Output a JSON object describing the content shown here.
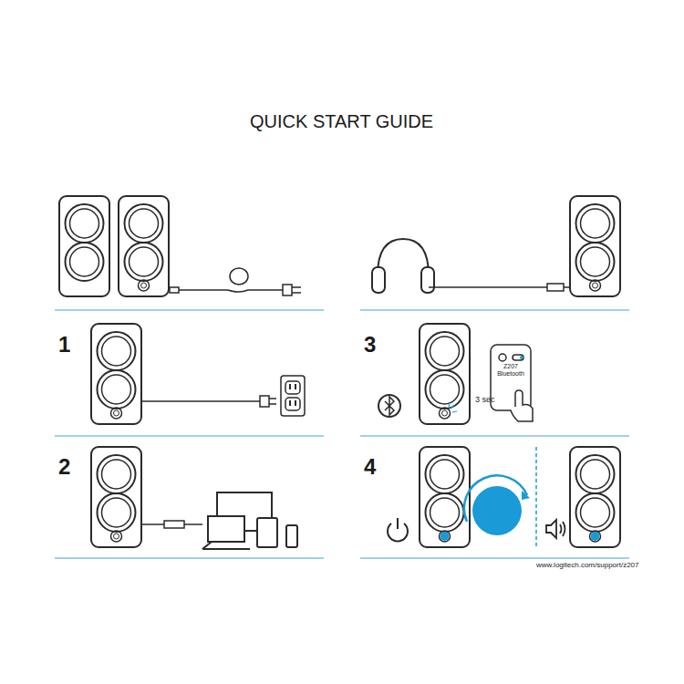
{
  "diagram": {
    "title": "QUICK START GUIDE",
    "nodes": [
      {
        "text": [
          "Z207 Bluetooth"
        ]
      }
    ],
    "edges": [],
    "labels": [
      "1",
      "2",
      "3 sec",
      "3",
      "4",
      "www.logitech.com/support/z207"
    ]
  }
}
